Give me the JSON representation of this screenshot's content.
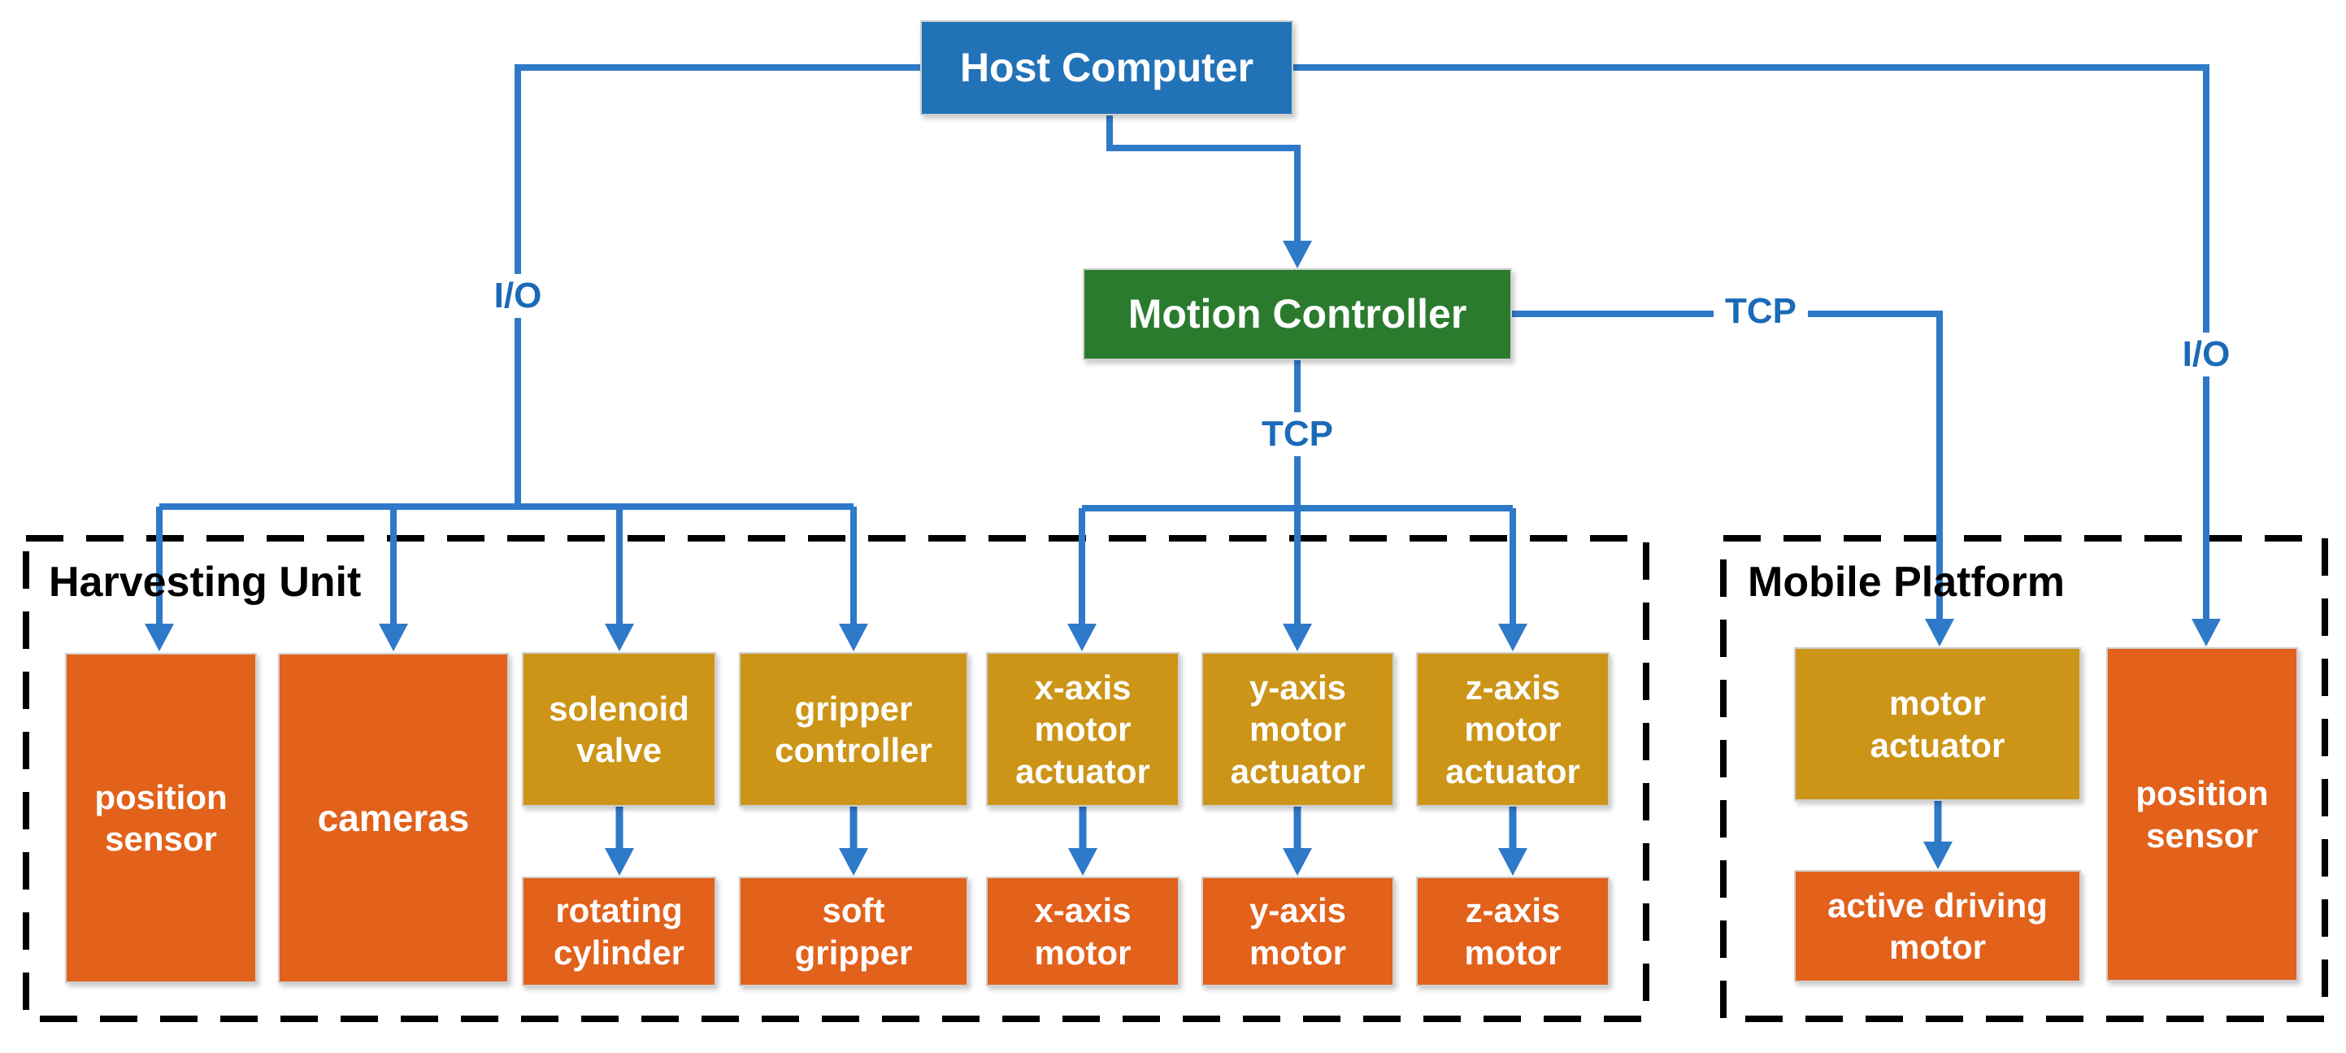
{
  "figure": {
    "background": "#ffffff",
    "type": "system-architecture-diagram"
  },
  "nodes": {
    "host_computer": {
      "label": "Host Computer"
    },
    "motion_controller": {
      "label": "Motion Controller"
    },
    "harvesting_unit": {
      "position_sensor": {
        "label": "position\nsensor"
      },
      "cameras": {
        "label": "cameras"
      },
      "solenoid_valve": {
        "label": "solenoid\nvalve"
      },
      "gripper_controller": {
        "label": "gripper\ncontroller"
      },
      "x_axis_motor_actuator": {
        "label": "x-axis\nmotor\nactuator"
      },
      "y_axis_motor_actuator": {
        "label": "y-axis\nmotor\nactuator"
      },
      "z_axis_motor_actuator": {
        "label": "z-axis\nmotor\nactuator"
      },
      "rotating_cylinder": {
        "label": "rotating\ncylinder"
      },
      "soft_gripper": {
        "label": "soft\ngripper"
      },
      "x_axis_motor": {
        "label": "x-axis\nmotor"
      },
      "y_axis_motor": {
        "label": "y-axis\nmotor"
      },
      "z_axis_motor": {
        "label": "z-axis\nmotor"
      }
    },
    "mobile_platform": {
      "motor_actuator": {
        "label": "motor\nactuator"
      },
      "active_driving_motor": {
        "label": "active driving\nmotor"
      },
      "position_sensor": {
        "label": "position\nsensor"
      }
    }
  },
  "groups": {
    "harvesting_unit": {
      "title": "Harvesting Unit"
    },
    "mobile_platform": {
      "title": "Mobile Platform"
    }
  },
  "edge_labels": {
    "io_left": "I/O",
    "tcp_center": "TCP",
    "tcp_right": "TCP",
    "io_right": "I/O"
  },
  "colors": {
    "host_blue": "#2272b8",
    "controller_green": "#2b7b2f",
    "actuator_gold": "#cc9518",
    "device_orange": "#e2611b",
    "connector_blue": "#2e79c8",
    "edge_label_blue": "#1a6ab8",
    "group_border_black": "#000000"
  }
}
